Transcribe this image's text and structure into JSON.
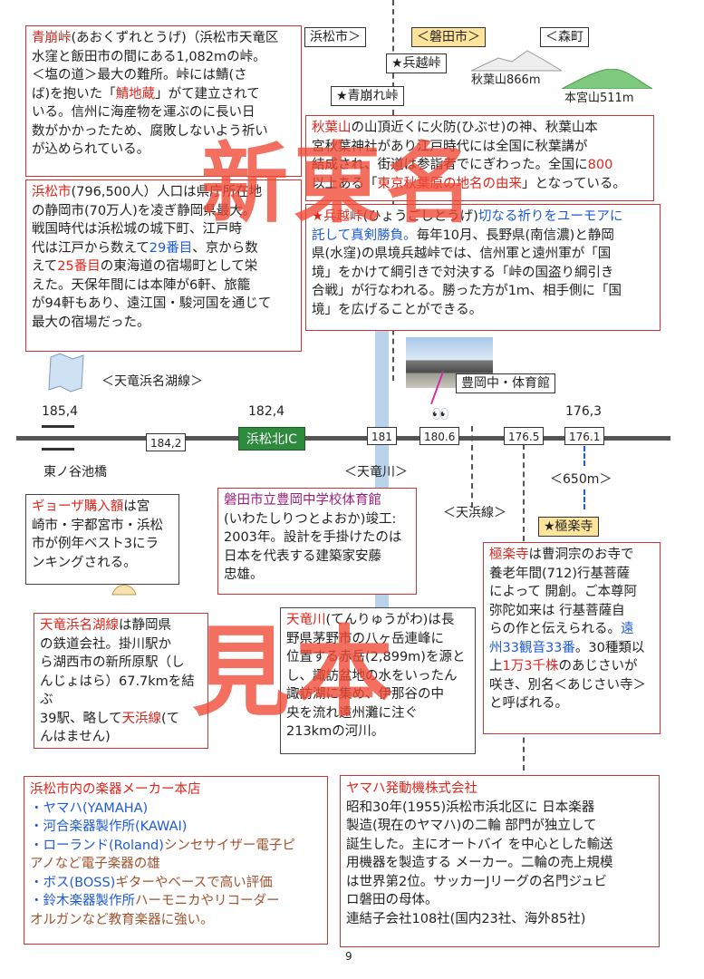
{
  "signs": {
    "hamamatsu": "浜松市＞",
    "iwata": "＜磐田市＞",
    "mori": "＜森町"
  },
  "passes": {
    "hyoe": "★兵越峠",
    "aokuzure": "★青崩れ峠"
  },
  "mountains": {
    "akiha": "秋葉山866m",
    "honguu": "本宮山511m"
  },
  "box_aokuzure": {
    "l1_a": "青崩峠",
    "l1_b": "(あおくずれとうげ)（浜松市天竜区",
    "l2": "水窪と飯田市の間にある1,082mの峠。",
    "l3": "＜塩の道＞最大の難所。峠には鯖(さ",
    "l4_a": "ば)を抱いた「",
    "l4_b": "鯖地蔵",
    "l4_c": "」がて建立されて",
    "l5": "いる。信州に海産物を運ぶのに長い日",
    "l6": "数がかかったため、腐敗しないよう祈い",
    "l7": "が込められている。"
  },
  "box_hamamatsu": {
    "l1_a": "浜松市",
    "l1_b": "(796,500人）人口は県庁所在地",
    "l2": "の静岡市(70万人)を凌ぎ静岡県最大。",
    "l3": "戦国時代は浜松城の城下町、江戸時",
    "l4_a": "代は江戸から数えて",
    "l4_b": "29番目",
    "l4_c": "、京から数",
    "l5_a": "えて",
    "l5_b": "25番目",
    "l5_c": "の東海道の宿場町として栄",
    "l6": "えた。天保年間には本陣が6軒、旅籠",
    "l7": "が94軒もあり、遠江国・駿河国を通じて",
    "l8": "最大の宿場だった。"
  },
  "box_akiha": {
    "l1_a": "秋葉山",
    "l1_b": "の山頂近くに火防(ひぶせ)の神、秋葉山本",
    "l2": "宮秋葉神社があり江戸時代には全国に秋葉講が",
    "l3": "結成され、街道は参詣者でにぎわった。全国に",
    "l3_n": "800",
    "l4_a": "以上ある「",
    "l4_b": "東京秋葉原の地名の由来",
    "l4_c": "」となっている。"
  },
  "box_hyoe": {
    "l1_a": "★兵越峠",
    "l1_b": "(ひょうごしとうげ)",
    "l1_c": "切なる祈りをユーモアに",
    "l2_a": "託して真剣勝負。",
    "l2_b": "毎年10月、長野県(南信濃)と静岡",
    "l3": "県(水窪)の県境兵越峠では、信州軍と遠州軍が「国",
    "l4": "境」をかけて綱引きで対決する「峠の国盗り綱引き",
    "l5": "合戦」が行なわれる。勝った方が1ｍ、相手側に「国",
    "l6": "境」を広げることができる。"
  },
  "watermark": {
    "top": "新東名",
    "bottom": "見本"
  },
  "route": {
    "line_name": "＜天竜浜名湖線＞",
    "tenryu_river": "＜天竜川＞",
    "tenhama_line": "＜天浜線＞",
    "km_185_4": "185,4",
    "km_182_4": "182,4",
    "km_176_3": "176,3",
    "post_184_2": "184,2",
    "ic": "浜松北IC",
    "post_181": "181",
    "post_180_6": "180.6",
    "post_176_5": "176.5",
    "post_176_1": "176.1",
    "higashinoya": "東ノ谷池橋",
    "gym_label": "豊岡中・体育館",
    "distance": "＜650m＞",
    "gokuraku_sign": "★極楽寺"
  },
  "box_gyoza": {
    "l1_a": "ギョーザ購入額",
    "l1_b": "は宮",
    "l2": "崎市・宇都宮市・浜松",
    "l3": "市が例年ベスト3にラ",
    "l4": "ンキングされる。"
  },
  "box_gym": {
    "title": "磐田市立豊岡中学校体育館",
    "l2": "(いわたしりつとよおか)竣工:",
    "l3": "2003年。設計を手掛けたのは",
    "l4": "日本を代表する建築家安藤",
    "l5": "忠雄。"
  },
  "box_tenhama": {
    "l1_a": "天竜浜名湖線",
    "l1_b": "は静岡県",
    "l2": "の鉄道会社。掛川駅か",
    "l3": "ら湖西市の新所原駅（し",
    "l4": "んじょはら）67.7kmを結ぶ",
    "l5_a": "39駅、略して",
    "l5_b": "天浜線",
    "l5_c": "(て",
    "l6": "んはません)"
  },
  "box_tenryu": {
    "l1_a": "天竜川",
    "l1_b": "(てんりゅうがわ)は長",
    "l2": "野県茅野市の八ヶ岳連峰に",
    "l3": "位置する赤岳(2,899m)を源と",
    "l4": "し、諏訪盆地の水をいったん",
    "l5": "諏訪湖に集め、伊那谷の中",
    "l6": "央を流れ遠州灘に注ぐ",
    "l7": "213kmの河川。"
  },
  "box_gokuraku": {
    "l1_a": "極楽寺",
    "l1_b": "は曹洞宗のお寺で",
    "l2": "養老年間(712)行基菩薩",
    "l3": "によって 開創。ご本尊阿",
    "l4": "弥陀如来は 行基菩薩自",
    "l5_a": "らの作と伝えられる。",
    "l5_b": "遠",
    "l6_a": "州33観音33番",
    "l6_b": "。30種類以",
    "l7_a": "上",
    "l7_b": "1万3千株",
    "l7_c": "のあじさいが",
    "l8": "咲き、別名＜あじさい寺＞",
    "l9": "と呼ばれる。"
  },
  "box_gakki": {
    "title": "浜松市内の楽器メーカー本店",
    "i1": "・ヤマハ(YAMAHA)",
    "i2": "・河合楽器製作所(KAWAI)",
    "i3_a": "・ローランド(Roland)",
    "i3_b": "シンセサイザー電子ピ",
    "i4": "アノなど電子楽器の雄",
    "i5_a": "・ボス(BOSS)",
    "i5_b": "ギターやベースで高い評価",
    "i6_a": "・鈴木楽器製作所",
    "i6_b": "ハーモニカやリコーダー",
    "i7": "オルガンなど教育楽器に強い。"
  },
  "box_yamaha_motor": {
    "title": "ヤマハ発動機株式会社",
    "l2": "昭和30年(1955)浜松市浜北区に 日本楽器",
    "l3": "製造(現在のヤマハ)の二輪 部門が独立して",
    "l4": "誕生した。主にオートバイ を中心とした輸送",
    "l5": "用機器を製造する メーカー。二輪の売上規模",
    "l6": "は世界第2位。サッカーJリーグの名門ジュビ",
    "l7": "ロ磐田の母体。",
    "l8": " 連結子会社108社(国内23社、海外85社)"
  },
  "page_number": "9",
  "colors": {
    "accent_red": "#e0261c",
    "link_blue": "#1e5ad6",
    "ic_green": "#2e8b3d",
    "sign_yellow": "#fde49a",
    "river_blue": "#b9d4ea"
  }
}
